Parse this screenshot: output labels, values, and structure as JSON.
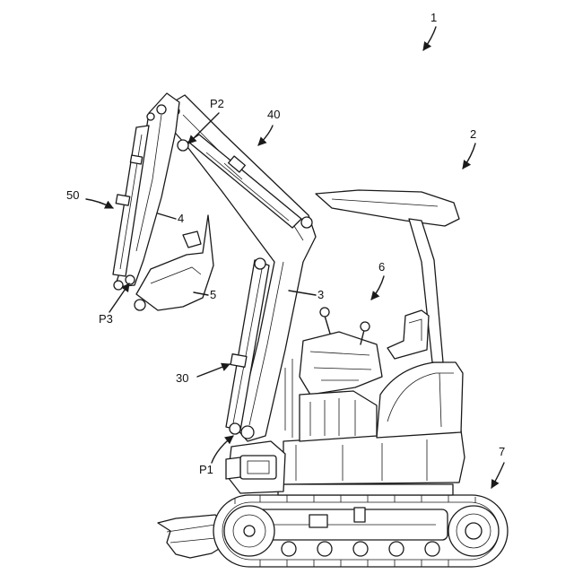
{
  "labels": {
    "machine": "1",
    "upper_body": "2",
    "boom": "3",
    "arm": "4",
    "bucket": "5",
    "cab": "6",
    "undercarriage": "7",
    "boom_cylinder": "30",
    "arm_cylinder": "40",
    "bucket_cylinder": "50",
    "pivot_p1": "P1",
    "pivot_p2": "P2",
    "pivot_p3": "P3"
  }
}
